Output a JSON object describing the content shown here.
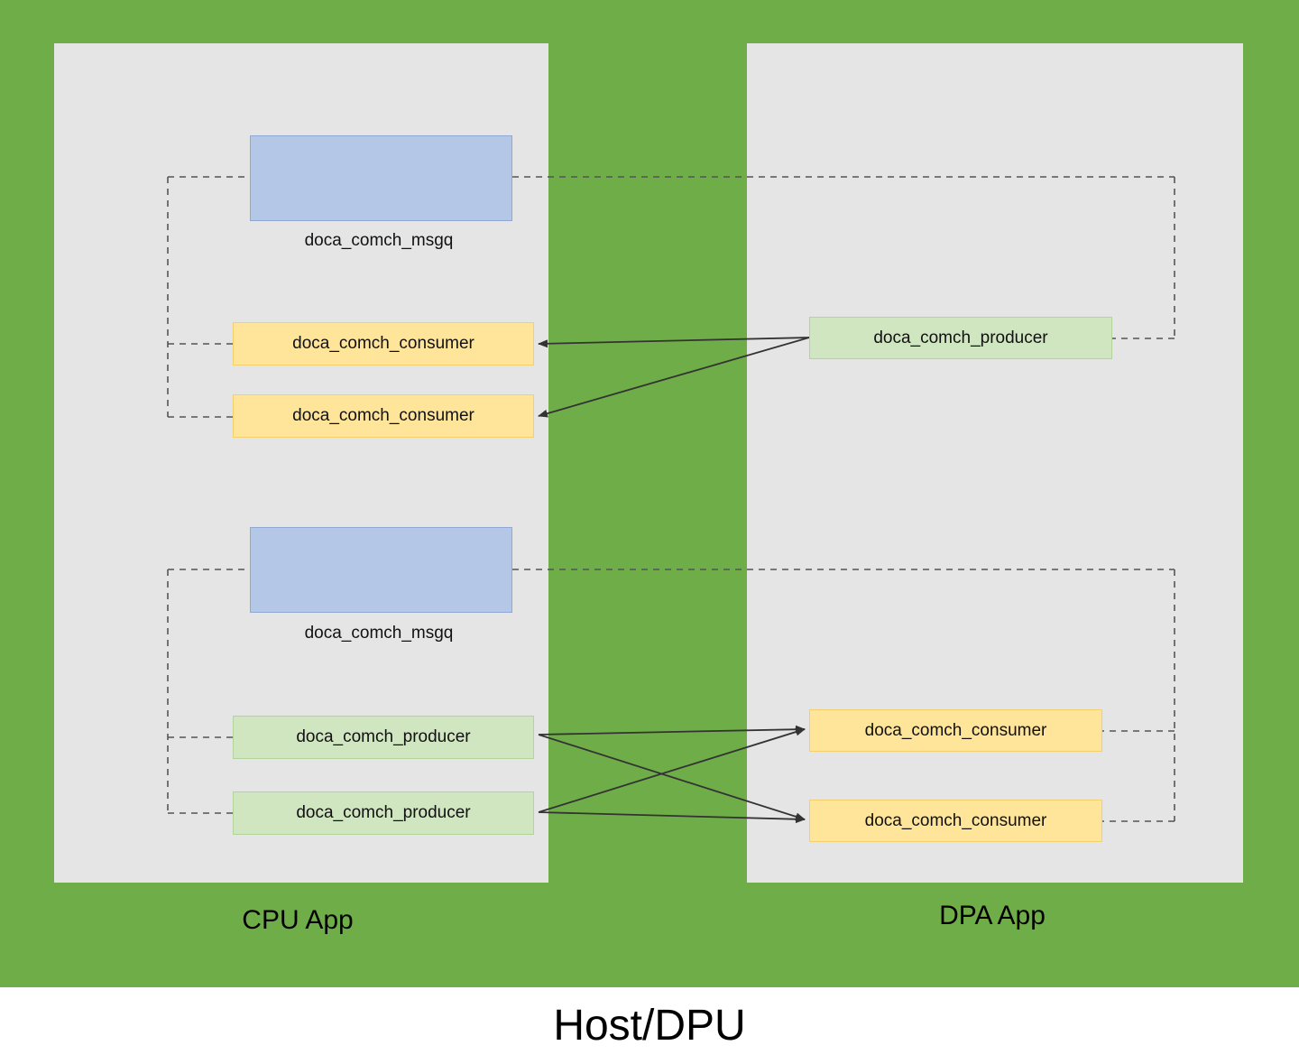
{
  "diagram": {
    "title_bottom": "Host/DPU",
    "background_color": "#6fad49",
    "panel_color": "#e5e5e5",
    "panels": [
      {
        "id": "cpu",
        "label": "CPU App"
      },
      {
        "id": "dpa",
        "label": "DPA App"
      }
    ],
    "colors": {
      "msgq_fill": "#b4c7e7",
      "msgq_border": "#8fa9d4",
      "consumer_fill": "#ffe599",
      "consumer_border": "#f3cf6d",
      "producer_fill": "#d0e6c0",
      "producer_border": "#b2d49a",
      "connector_dashed": "#555555",
      "arrow": "#333333"
    },
    "groups": [
      {
        "id": "group-top",
        "msgq": {
          "label": "doca_comch_msgq",
          "caption": "doca_comch_msgq",
          "side": "cpu"
        },
        "cpu_nodes": [
          {
            "type": "consumer",
            "label": "doca_comch_consumer"
          },
          {
            "type": "consumer",
            "label": "doca_comch_consumer"
          }
        ],
        "dpa_nodes": [
          {
            "type": "producer",
            "label": "doca_comch_producer"
          }
        ],
        "flow_direction": "dpa-to-cpu",
        "arrows": [
          {
            "from": "dpa-producer-1",
            "to": "cpu-consumer-1"
          },
          {
            "from": "dpa-producer-1",
            "to": "cpu-consumer-2"
          }
        ]
      },
      {
        "id": "group-bottom",
        "msgq": {
          "label": "doca_comch_msgq",
          "caption": "doca_comch_msgq",
          "side": "cpu"
        },
        "cpu_nodes": [
          {
            "type": "producer",
            "label": "doca_comch_producer"
          },
          {
            "type": "producer",
            "label": "doca_comch_producer"
          }
        ],
        "dpa_nodes": [
          {
            "type": "consumer",
            "label": "doca_comch_consumer"
          },
          {
            "type": "consumer",
            "label": "doca_comch_consumer"
          }
        ],
        "flow_direction": "cpu-to-dpa",
        "arrows": [
          {
            "from": "cpu-producer-1",
            "to": "dpa-consumer-1"
          },
          {
            "from": "cpu-producer-1",
            "to": "dpa-consumer-2"
          },
          {
            "from": "cpu-producer-2",
            "to": "dpa-consumer-1"
          },
          {
            "from": "cpu-producer-2",
            "to": "dpa-consumer-2"
          }
        ]
      }
    ]
  }
}
